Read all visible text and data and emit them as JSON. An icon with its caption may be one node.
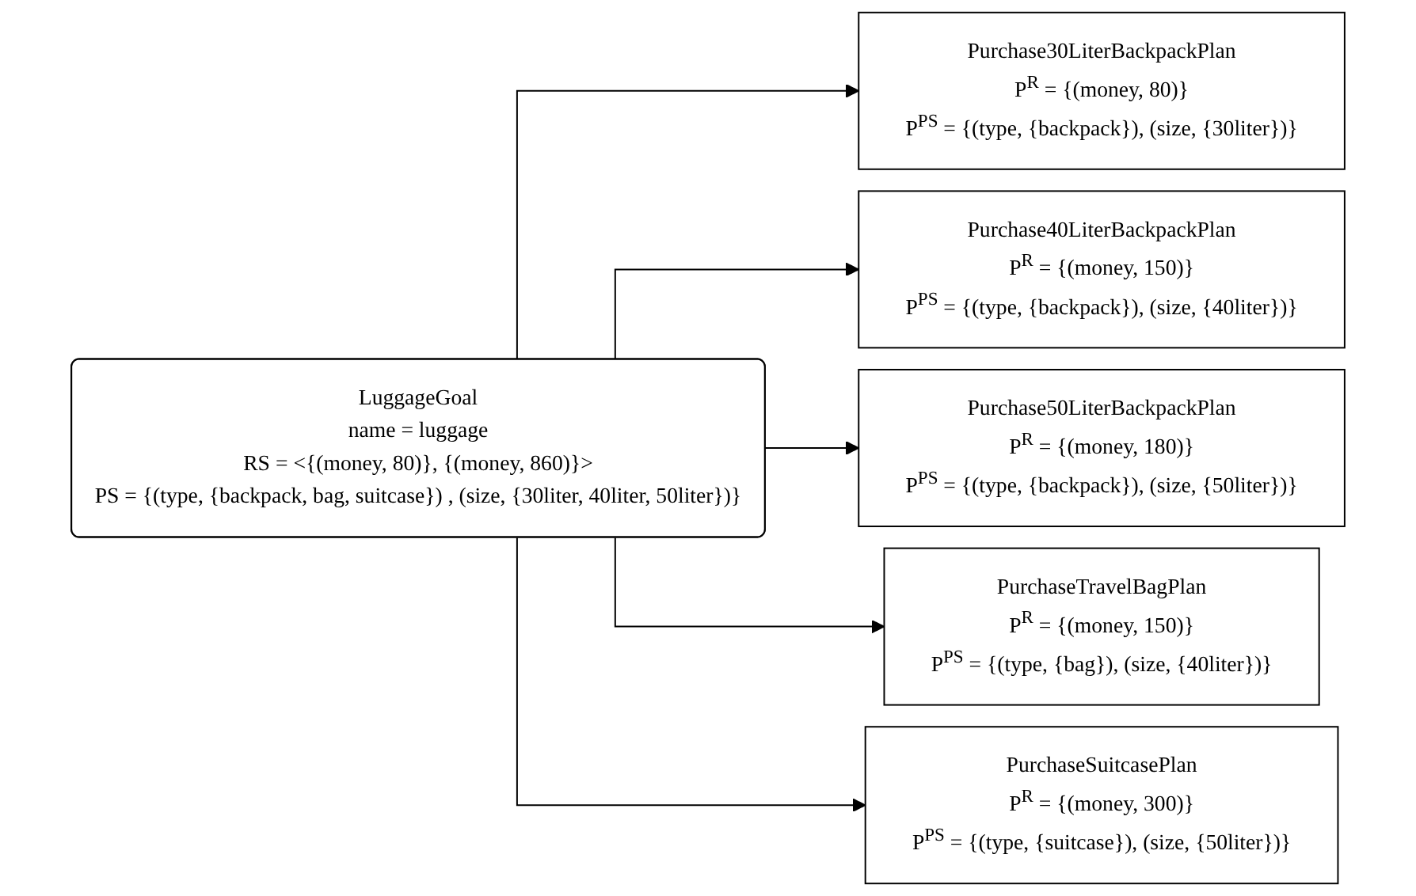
{
  "diagram": {
    "nodes": [
      {
        "text": [
          "LuggageGoal",
          "name = luggage",
          "RS = <{(money, 80)}, {(money, 860)}>",
          "PS = {(type, {backpack, bag, suitcase}) , (size, {30liter, 40liter, 50liter})}"
        ]
      },
      {
        "text": [
          "Purchase30LiterBackpackPlan",
          "P$^{R}$ = {(money, 80)}",
          "P$^{PS}$ = {(type, {backpack}), (size, {30liter})}"
        ]
      },
      {
        "text": [
          "PurchaseTravelBagPlan",
          "P$^{R}$ = {(money, 150)}",
          "P$^{PS}$ = {(type, {bag}), (size, {40liter})}"
        ]
      },
      {
        "text": [
          "Purchase40LiterBackpackPlan",
          "P$^{R}$ = {(money, 150)}",
          "P$^{PS}$ = {(type, {backpack}), (size, {40liter})}"
        ]
      },
      {
        "text": [
          "PurchaseSuitcasePlan",
          "P$^{R}$ = {(money, 300)}",
          "P$^{PS}$ = {(type, {suitcase}), (size, {50liter})}"
        ]
      },
      {
        "text": [
          "Purchase50LiterBackpackPlan",
          "P$^{R}$ = {(money, 180)}",
          "P$^{PS}$ = {(type, {backpack}), (size, {50liter})}"
        ]
      }
    ],
    "edges": [
      {
        "from": 0,
        "to": 1,
        "arrow": "to"
      },
      {
        "from": 0,
        "to": 3,
        "arrow": "to"
      },
      {
        "from": 0,
        "to": 5,
        "arrow": "to"
      },
      {
        "from": 0,
        "to": 2,
        "arrow": "to"
      },
      {
        "from": 0,
        "to": 4,
        "arrow": "to"
      }
    ]
  }
}
